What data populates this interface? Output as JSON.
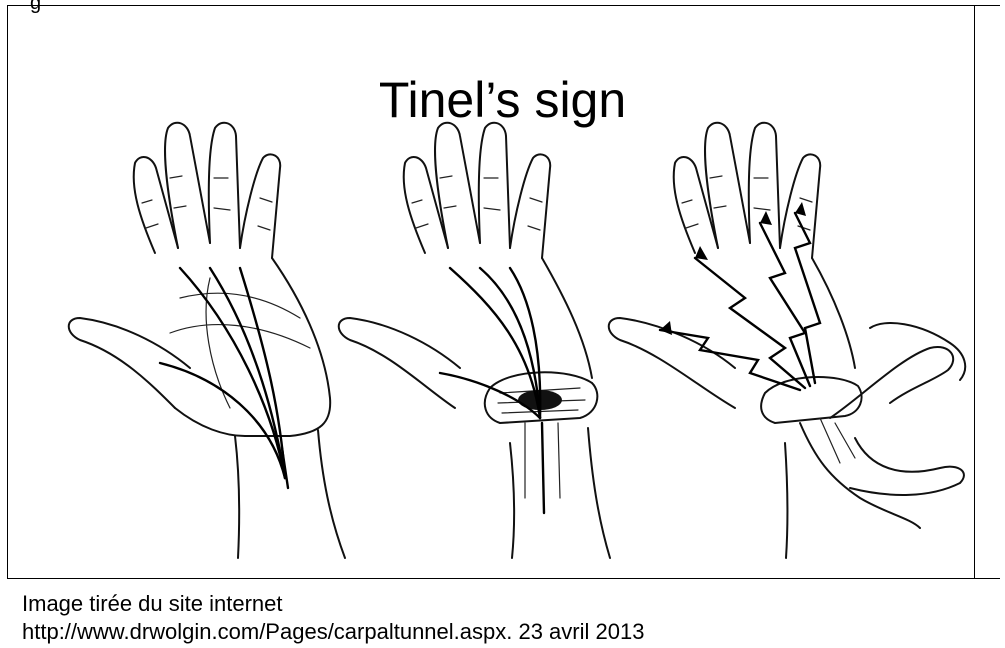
{
  "figure": {
    "corner_fragment": "g",
    "title": "Tinel’s sign",
    "panels": [
      {
        "name": "hand-normal",
        "icon": "hand-nerves-icon"
      },
      {
        "name": "hand-carpal-tunnel",
        "icon": "hand-carpal-ligament-icon"
      },
      {
        "name": "hand-tap-test",
        "icon": "hand-tinel-tap-icon"
      }
    ]
  },
  "caption": {
    "line1": "Image tirée du site internet",
    "line2": "http://www.drwolgin.com/Pages/carpaltunnel.aspx. 23 avril 2013"
  }
}
